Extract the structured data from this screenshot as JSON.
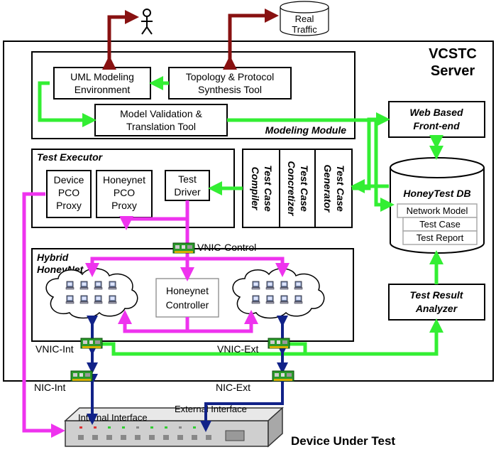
{
  "colors": {
    "green": "#33ee33",
    "magenta": "#ee33ee",
    "navy": "#112288",
    "darkred": "#881111"
  },
  "server": {
    "title_line1": "VCSTC",
    "title_line2": "Server"
  },
  "modeling": {
    "label": "Modeling Module",
    "uml_line1": "UML Modeling",
    "uml_line2": "Environment",
    "topology_line1": "Topology & Protocol",
    "topology_line2": "Synthesis Tool",
    "validation_line1": "Model Validation &",
    "validation_line2": "Translation Tool"
  },
  "real_traffic": {
    "line1": "Real",
    "line2": "Traffic"
  },
  "web_frontend": {
    "line1": "Web Based",
    "line2": "Front-end"
  },
  "executor": {
    "label": "Test Executor",
    "device_pco_line1": "Device",
    "device_pco_line2": "PCO",
    "device_pco_line3": "Proxy",
    "honeynet_pco_line1": "Honeynet",
    "honeynet_pco_line2": "PCO",
    "honeynet_pco_line3": "Proxy",
    "driver_line1": "Test",
    "driver_line2": "Driver"
  },
  "testcase": {
    "compiler_line1": "Test Case",
    "compiler_line2": "Compiler",
    "concretizer_line1": "Test Case",
    "concretizer_line2": "Concretizer",
    "generator_line1": "Test Case",
    "generator_line2": "Generator"
  },
  "db": {
    "title": "HoneyTest DB",
    "items": [
      "Network Model",
      "Test Case",
      "Test Report"
    ]
  },
  "analyzer": {
    "line1": "Test Result",
    "line2": "Analyzer"
  },
  "honeynet": {
    "label_line1": "Hybrid",
    "label_line2": "HoneyNet",
    "controller_line1": "Honeynet",
    "controller_line2": "Controller"
  },
  "nics": {
    "vnic_control": "VNIC-Control",
    "vnic_int": "VNIC-Int",
    "vnic_ext": "VNIC-Ext",
    "nic_int": "NIC-Int",
    "nic_ext": "NIC-Ext"
  },
  "dut": {
    "internal": "Internal Interface",
    "external": "External Interface",
    "title": "Device Under Test"
  }
}
